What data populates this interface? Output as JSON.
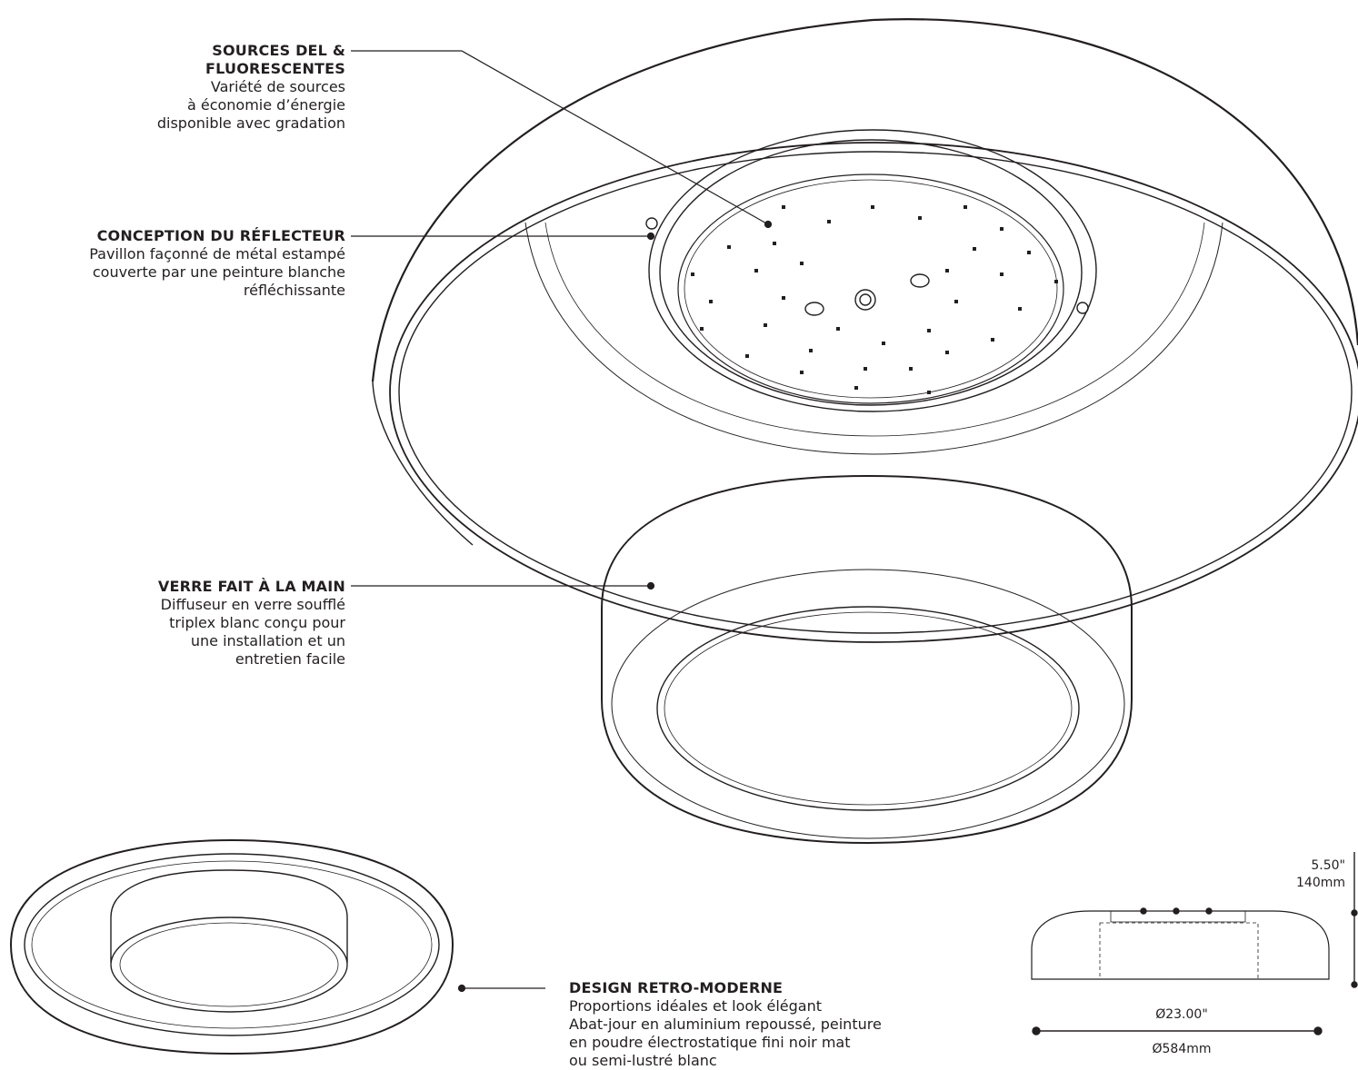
{
  "callouts": {
    "sources": {
      "title_lines": [
        "SOURCES DEL &",
        "FLUORESCENTES"
      ],
      "body_lines": [
        "Variété de sources",
        "à économie d’énergie",
        "disponible avec gradation"
      ]
    },
    "reflector": {
      "title_lines": [
        "CONCEPTION DU RÉFLECTEUR"
      ],
      "body_lines": [
        "Pavillon façonné de métal estampé",
        "couverte par une peinture blanche",
        "réfléchissante"
      ]
    },
    "glass": {
      "title_lines": [
        "VERRE FAIT À LA MAIN"
      ],
      "body_lines": [
        "Diffuseur en verre soufflé",
        "triplex blanc conçu pour",
        "une installation et un",
        "entretien facile"
      ]
    },
    "design": {
      "title_lines": [
        "DESIGN RETRO-MODERNE"
      ],
      "body_lines": [
        "Proportions idéales et look élégant",
        "Abat-jour en aluminium repoussé, peinture",
        "en poudre électrostatique fini noir mat",
        "ou semi-lustré blanc"
      ]
    }
  },
  "dimensions": {
    "height_in": "5.50\"",
    "height_mm": "140mm",
    "diameter_in": "Ø23.00\"",
    "diameter_mm": "Ø584mm"
  },
  "colors": {
    "ink": "#231f20",
    "paper": "#ffffff"
  }
}
